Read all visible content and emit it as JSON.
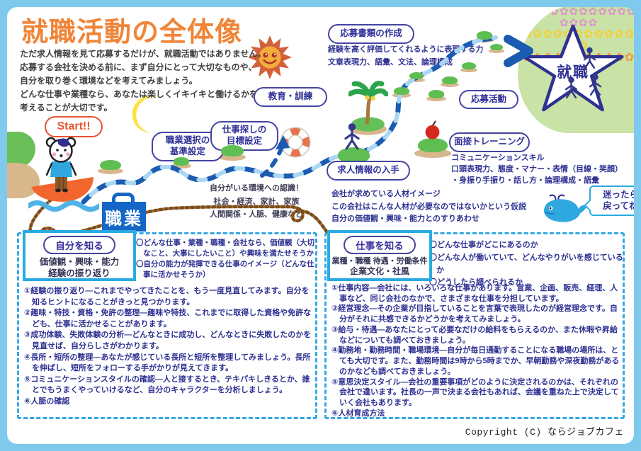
{
  "colors": {
    "frame_blue": "#7FC9EC",
    "title_orange": "#F08437",
    "accent_blue": "#2E3192",
    "bubble_border": "#4444A0",
    "box_border": "#29ABE2",
    "path_dark": "#1B5CB0",
    "path_light": "#A9D7F3",
    "sign_blue": "#1467C6",
    "start_orange": "#E8542F"
  },
  "title": "就職活動の全体像",
  "intro": {
    "lines": [
      "ただ求人情報を見て応募するだけが、就職活動ではありません。",
      "応募する会社を決める前に、まず自分にとって大切なものや、",
      "自分を取り巻く環境などを考えてみましょう。",
      "どんな仕事や業種なら、あなたは楽しくイキイキと働けるかを",
      "考えることが大切です。"
    ]
  },
  "start_label": "Start!!",
  "goal_label": "就職",
  "occupation_sign": "職業",
  "whale_note": {
    "line1": "迷ったら",
    "line2": "戻ってね"
  },
  "steps": {
    "criteria": {
      "line1": "職業選択の",
      "line2": "基準設定"
    },
    "goal_setting": {
      "line1": "仕事探しの",
      "line2": "目標設定"
    },
    "education": "教育・訓練",
    "job_info": "求人情報の入手",
    "interview": "面接トレーニング",
    "documents": "応募書類の作成",
    "application": "応募活動"
  },
  "notes": {
    "environment": [
      "自分がいる環境への認識！",
      "社会・経済、家計、家族",
      "人間関係・人脈、健康など"
    ],
    "job_info": [
      "会社が求めている人材イメージ",
      "この会社はこんな人材が必要なのではないかという仮説",
      "自分の価値観・興味・能力とのすりあわせ"
    ],
    "interview": [
      "コミュニケーションスキル",
      "口頭表現力、態度・マナー・表情（目線・笑顔）",
      "・身振り手振り・話し方・論理構成・語彙"
    ],
    "documents": [
      "経験を高く評価してくれるように表現する力",
      "文章表現力、語彙、文法、論理構成"
    ]
  },
  "know_self": {
    "heading": "自分を知る",
    "sub_lines": [
      "価値観・興味・能力",
      "経験の振り返り"
    ],
    "points": [
      "〇どんな仕事・業種・職種・会社なら、価値観（大切なこと、大事にしたいこと）や興味を満たせそうか",
      "〇自分の能力が発揮できる仕事のイメージ（どんな仕事に活かせそうか）"
    ],
    "items": [
      "①経験の振り返り―これまでやってきたことを、もう一度見直してみます。自分を知るヒントになることがきっと見つかります。",
      "②趣味・特技・資格・免許の整理―趣味や特技、これまでに取得した資格や免許なども、仕事に活かせることがあります。",
      "③成功体験、失敗体験の分析―どんなときに成功し、どんなときに失敗したのかを見直せば、自分らしさがわかります。",
      "④長所・短所の整理―あなたが感じている長所と短所を整理してみましょう。長所を伸ばし、短所をフォローする手がかりが見えてきます。",
      "⑤コミュニケーションスタイルの確認―人と接するとき、テキパキしきるとか、誰とでもうまくやっていけるなど、自分のキャラクターを分析しましょう。",
      "⑥人脈の確認"
    ]
  },
  "know_work": {
    "heading": "仕事を知る",
    "sub_lines": [
      "業種・職種 待遇・労働条件",
      "企業文化・社風"
    ],
    "points": [
      "〇どんな仕事がどこにあるのか",
      "〇どんな人が働いていて、どんなやりがいを感じているか",
      "〇どうしたら調べられるか"
    ],
    "items": [
      "①仕事内容―会社には、いろいろな仕事があります。営業、企画、販売、経理、人事など、同じ会社のなかで、さまざまな仕事を分担しています。",
      "②経営理念―その企業が目指していることを言葉で表現したのが経営理念です。自分がそれに共感できるかどうかを考えてみましょう。",
      "③給与・待遇―あなたにとって必要なだけの給料をもらえるのか、また休暇や昇給などについても調べておきましょう。",
      "④勤務地・勤務時間・職場環境―自分が毎日通勤することになる職場の場所は、とても大切です。また、勤務時間は9時から5時までか、早朝勤務や深夜勤務があるのかなども調べておきましょう。",
      "⑤意思決定スタイル―会社の重要事項がどのように決定されるのかは、それぞれの会社で違います。社長の一声で決まる会社もあれば、会議を重ねた上で決定していく会社もあります。",
      "⑥人材育成方法"
    ]
  },
  "copyright": "Copyright (C) ならジョブカフェ"
}
